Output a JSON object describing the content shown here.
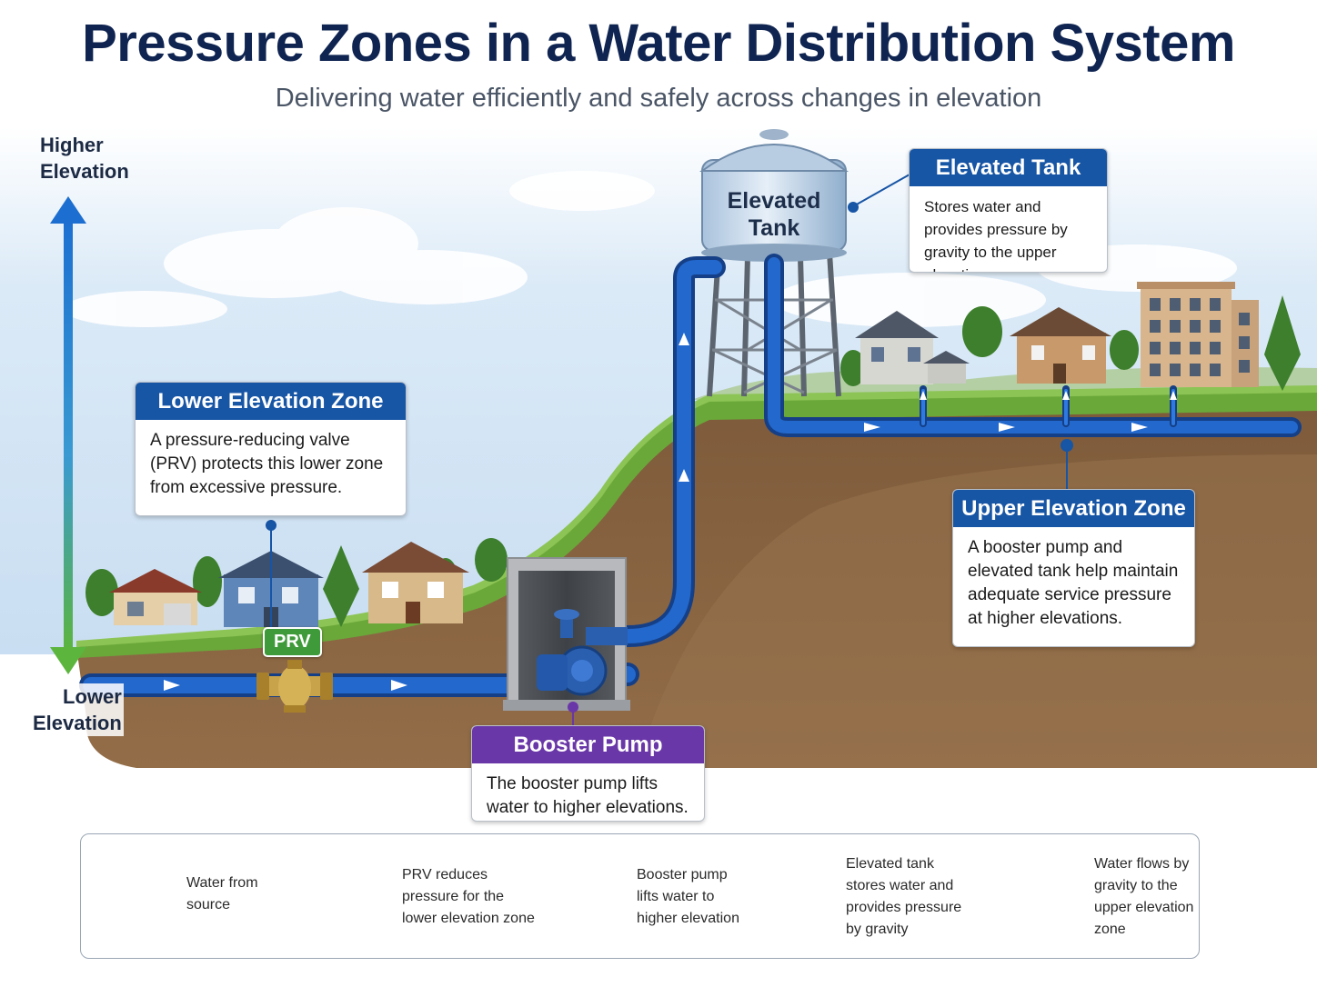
{
  "title": "Pressure Zones in a Water Distribution System",
  "subtitle": "Delivering water efficiently and safely across changes in elevation",
  "elevation_axis": {
    "top_label": "Higher\nElevation",
    "bottom_label": "Lower\nElevation"
  },
  "tank_label": "Elevated\nTank",
  "prv_tag": "PRV",
  "callouts": {
    "elevated_tank": {
      "title": "Elevated Tank",
      "text": "Stores water and provides pressure by gravity to the upper elevation zone."
    },
    "lower_zone": {
      "title": "Lower Elevation Zone",
      "text": "A pressure-reducing valve (PRV) protects this lower zone from excessive pressure."
    },
    "upper_zone": {
      "title": "Upper Elevation Zone",
      "text": "A booster pump and elevated tank help maintain adequate service pressure at higher elevations."
    },
    "booster_pump": {
      "title": "Booster Pump",
      "text": "The booster pump lifts water to higher elevations."
    }
  },
  "flow_steps": [
    {
      "icon": "water-drop-icon",
      "text": "Water from\nsource"
    },
    {
      "icon": "valve-icon",
      "text": "PRV reduces\npressure for the\nlower elevation zone"
    },
    {
      "icon": "pump-icon",
      "text": "Booster pump\nlifts water to\nhigher elevation"
    },
    {
      "icon": "water-tower-icon",
      "text": "Elevated tank\nstores water and\nprovides pressure\nby gravity"
    },
    {
      "icon": "buildings-icon",
      "text": "Water flows by\ngravity to the\nupper elevation\nzone"
    }
  ],
  "colors": {
    "title": "#0f2451",
    "callout_blue": "#1755a5",
    "callout_purple": "#6a37a8",
    "prv_green": "#3f9a3a",
    "pipe": "#1a56b8",
    "soil": "#8a6440",
    "grass": "#6aa83a"
  }
}
